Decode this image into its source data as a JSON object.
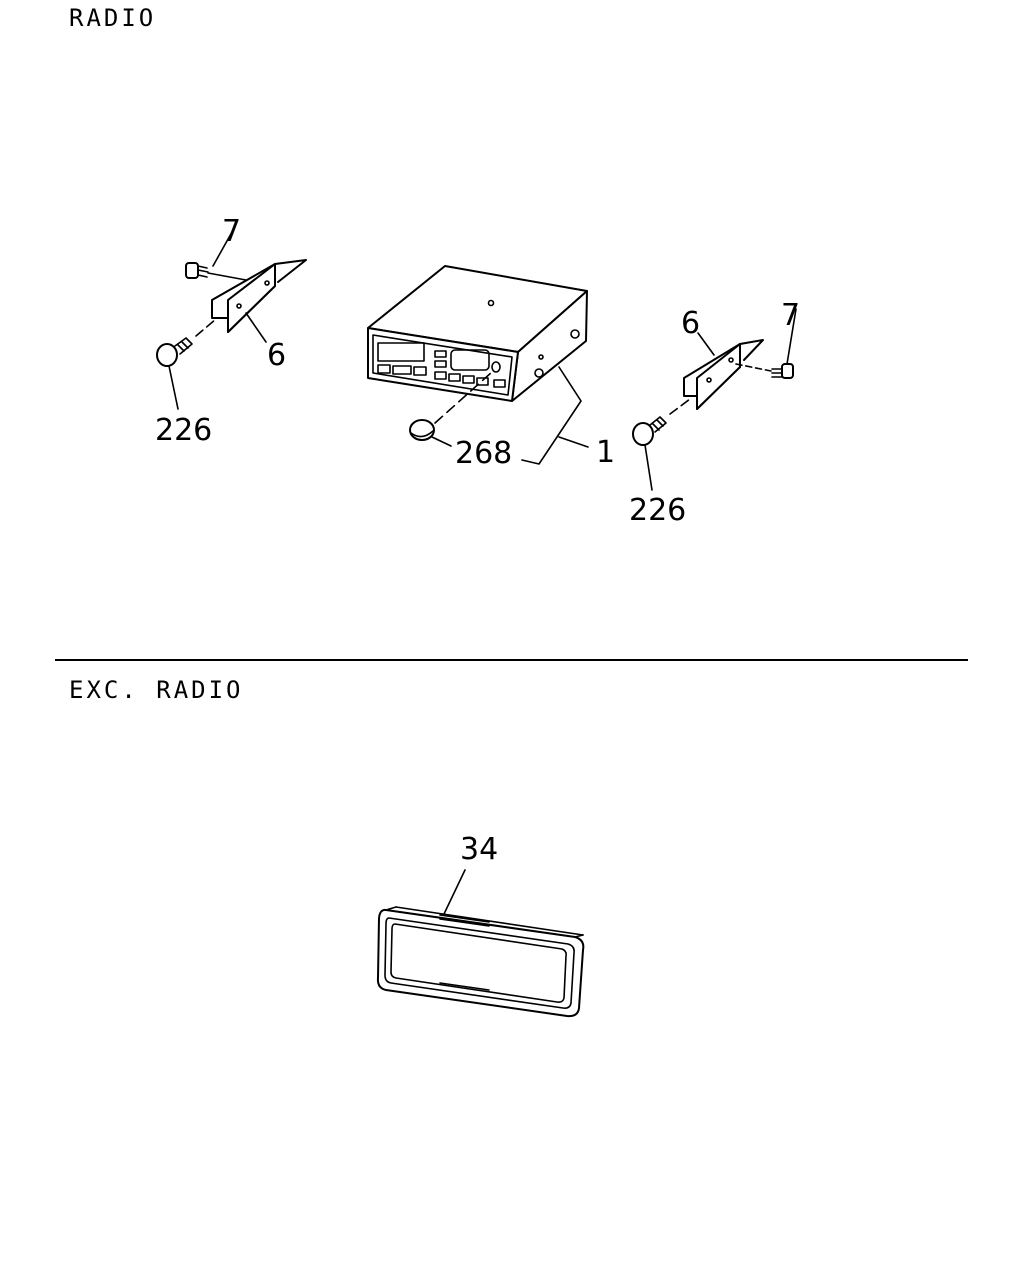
{
  "sections": [
    {
      "title": "RADIO",
      "callouts": {
        "bolt_left": "7",
        "bracket_left": "6",
        "screw_left": "226",
        "knob": "268",
        "radio_unit": "1",
        "bracket_right": "6",
        "bolt_right": "7",
        "screw_right": "226"
      }
    },
    {
      "title": "EXC. RADIO",
      "callouts": {
        "pocket": "34"
      }
    }
  ]
}
